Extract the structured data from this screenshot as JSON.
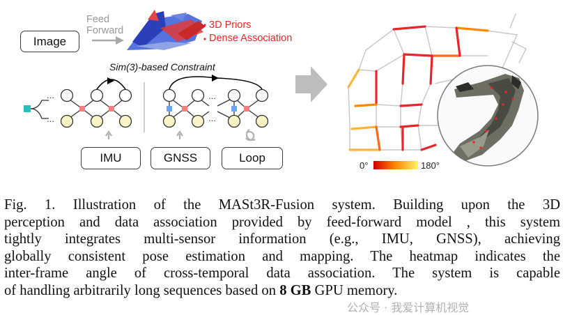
{
  "figure": {
    "image_box": "Image",
    "feed_forward": [
      "Feed",
      "Forward"
    ],
    "priors": [
      "3D Priors",
      "Dense Association"
    ],
    "constraint_title": "Sim(3)-based Constraint",
    "sensor_boxes": [
      "IMU",
      "GNSS",
      "Loop"
    ],
    "ellipsis": "...",
    "legend_min": "0°",
    "legend_max": "180°",
    "colors": {
      "red": "#e8262a",
      "node_fill": "#fbf3c8",
      "factor": "#f08080",
      "imu": "#29bfc0",
      "gnss": "#6aa6f0"
    }
  },
  "caption": {
    "lines": [
      {
        "parts": [
          {
            "t": "Fig. 1.  Illustration of the MASt3R-Fusion system. Building upon the 3D"
          }
        ]
      },
      {
        "parts": [
          {
            "t": "perception and data association provided by feed-forward model , this system"
          }
        ]
      },
      {
        "parts": [
          {
            "t": "tightly integrates multi-sensor information (e.g., IMU, GNSS), achieving"
          }
        ]
      },
      {
        "parts": [
          {
            "t": "globally consistent pose estimation and mapping. The heatmap indicates the"
          }
        ]
      },
      {
        "parts": [
          {
            "t": "inter-frame angle of cross-temporal data association. The system is capable"
          }
        ]
      },
      {
        "parts": [
          {
            "t": "of handling arbitrarily long sequences based on "
          },
          {
            "t": "8 GB",
            "b": true
          },
          {
            "t": " GPU memory."
          }
        ]
      }
    ]
  },
  "watermark": "公众号 · 我爱计算机视觉"
}
